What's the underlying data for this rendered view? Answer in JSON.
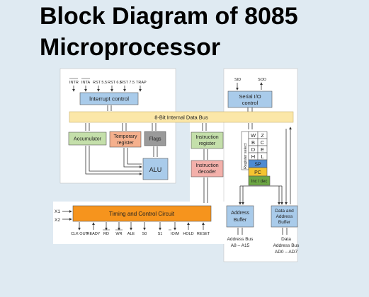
{
  "title": {
    "line1": "Block Diagram of 8085",
    "line2": "Microprocessor"
  },
  "diagram": {
    "interrupt_pins": [
      "INTR",
      "INTA",
      "RST 5.5",
      "RST 6.5",
      "RST 7.5",
      "TRAP"
    ],
    "interrupt_control": "Interrupt control",
    "serial_pins": [
      "SID",
      "SOD"
    ],
    "serial_io_control": [
      "Serial I/O",
      "control"
    ],
    "data_bus": "8-Bit Internal Data Bus",
    "accumulator": "Accumulator",
    "temp_register": [
      "Temporary",
      "register"
    ],
    "flags": "Flags",
    "alu": "ALU",
    "instruction_register": [
      "Instruction",
      "register"
    ],
    "instruction_decoder": [
      "Instruction",
      "decoder"
    ],
    "register_select": "Register select",
    "registers": [
      [
        "W",
        "Z"
      ],
      [
        "B",
        "C"
      ],
      [
        "D",
        "E"
      ],
      [
        "H",
        "L"
      ]
    ],
    "sp": "SP",
    "pc": "PC",
    "inc_dec": "Inc / dec",
    "timing_control": "Timing and Control Circuit",
    "x_inputs": [
      "X1",
      "X2"
    ],
    "control_pins": [
      "CLK OUT",
      "READY",
      "RD",
      "WR",
      "ALE",
      "S0",
      "S1",
      "IO/M",
      "HOLD",
      "RESET"
    ],
    "address_buffer": [
      "Address",
      "Buffer"
    ],
    "data_address_buffer": [
      "Data and",
      "Address",
      "Buffer"
    ],
    "address_bus_label": [
      "Address Bus",
      "A8 – A15"
    ],
    "data_address_bus_label": [
      "Data",
      "Address Bus",
      "AD0 – AD7"
    ]
  },
  "colors": {
    "background": "#dfeaf2",
    "bus": "#fbe7a8",
    "blue_box": "#a9cbea",
    "green_box": "#c4dfaa",
    "salmon_box": "#f5b08d",
    "grey_box": "#9a9a9a",
    "orange_box": "#f6941d",
    "pink_box": "#f3b0aa",
    "sp_blue": "#4e8bd2",
    "pc_yellow": "#f4c430",
    "incdec_green": "#6ca743"
  }
}
